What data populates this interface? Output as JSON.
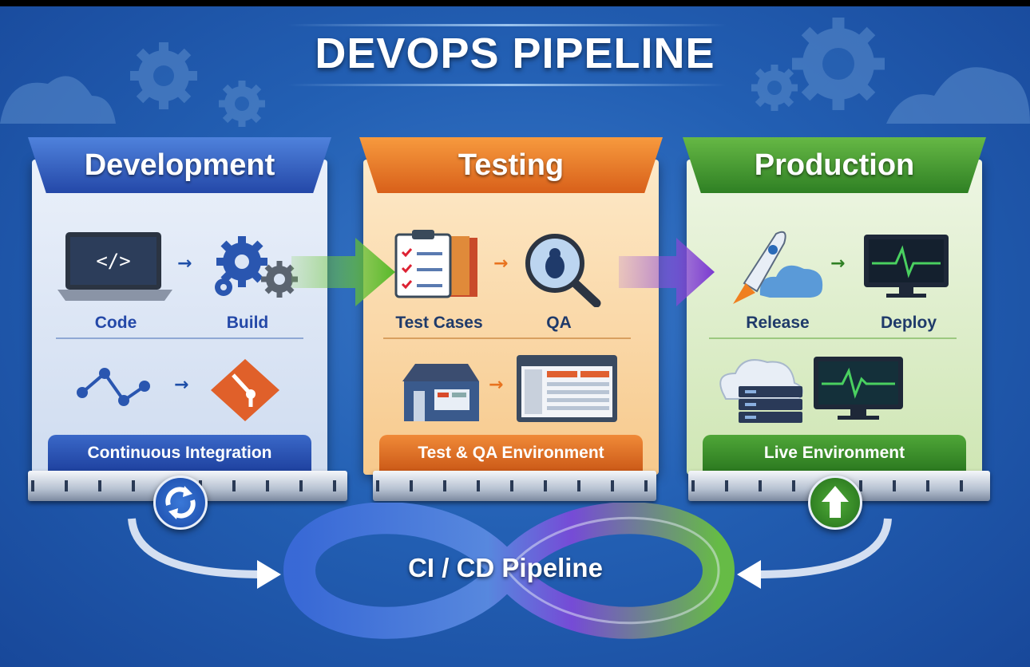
{
  "title": "DEVOPS PIPELINE",
  "stages": [
    {
      "name": "Development",
      "items": [
        "Code",
        "Build"
      ],
      "footer": "Continuous Integration",
      "color": "#2f5fc0"
    },
    {
      "name": "Testing",
      "items": [
        "Test Cases",
        "QA"
      ],
      "footer": "Test & QA Environment",
      "color": "#e8731f"
    },
    {
      "name": "Production",
      "items": [
        "Release",
        "Deploy"
      ],
      "footer": "Live Environment",
      "color": "#3e9a2e"
    }
  ],
  "code_glyph": "</>",
  "center_label": "CI / CD Pipeline",
  "colors": {
    "background": "#2360b4",
    "dev": "#2f5fc0",
    "test": "#e8731f",
    "prod": "#3e9a2e"
  }
}
